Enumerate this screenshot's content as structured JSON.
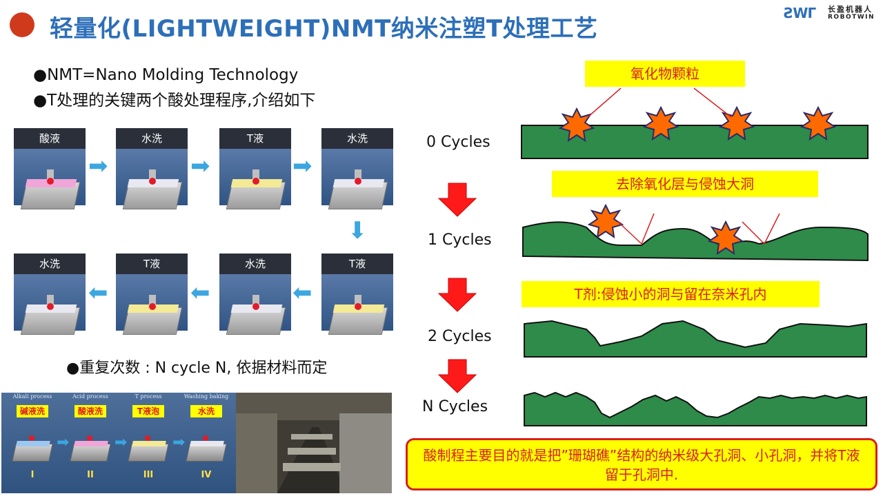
{
  "header": {
    "title": "轻量化(LIGHTWEIGHT)NMT纳米注塑T处理工艺",
    "logo_mark": "ƧWΓ",
    "logo_cn": "长盈机器人",
    "logo_en": "ROBOTWIN"
  },
  "bullets": {
    "b1": "●NMT=Nano Molding Technology",
    "b2": "●T处理的关键两个酸处理程序,介绍如下",
    "b3": "●重复次数 : N cycle N, 依据材料而定"
  },
  "process_row1": [
    {
      "label": "酸液",
      "liquid": "#f0a6d8"
    },
    {
      "label": "水洗",
      "liquid": "#e8e8f0"
    },
    {
      "label": "T液",
      "liquid": "#f4ea96"
    },
    {
      "label": "水洗",
      "liquid": "#e8e8f0"
    }
  ],
  "process_row2": [
    {
      "label": "水洗",
      "liquid": "#e8e8f0"
    },
    {
      "label": "T液",
      "liquid": "#f4ea96"
    },
    {
      "label": "水洗",
      "liquid": "#e8e8f0"
    },
    {
      "label": "T液",
      "liquid": "#f4ea96"
    }
  ],
  "bottom_process": {
    "headers": [
      "Alkali process",
      "Acid process",
      "T process",
      "Washing baking"
    ],
    "labels": [
      "碱液洗",
      "酸液洗",
      "T液泡",
      "水洗"
    ],
    "numerals": [
      "I",
      "II",
      "III",
      "IV"
    ]
  },
  "cycles": {
    "c0": "0 Cycles",
    "c1": "1 Cycles",
    "c2": "2 Cycles",
    "cn": "N Cycles"
  },
  "labels": {
    "oxide": "氧化物颗粒",
    "remove": "去除氧化层与侵蚀大洞",
    "tagent": "T剂:侵蚀小的洞与留在奈米孔内"
  },
  "callout": "酸制程主要目的就是把”珊瑚礁”结构的纳米级大孔洞、小孔洞，并将T液留于孔洞中.",
  "colors": {
    "title": "#2d6fb8",
    "green": "#2e8b4a",
    "yellow": "#ffff00",
    "red": "#d81e1e"
  }
}
